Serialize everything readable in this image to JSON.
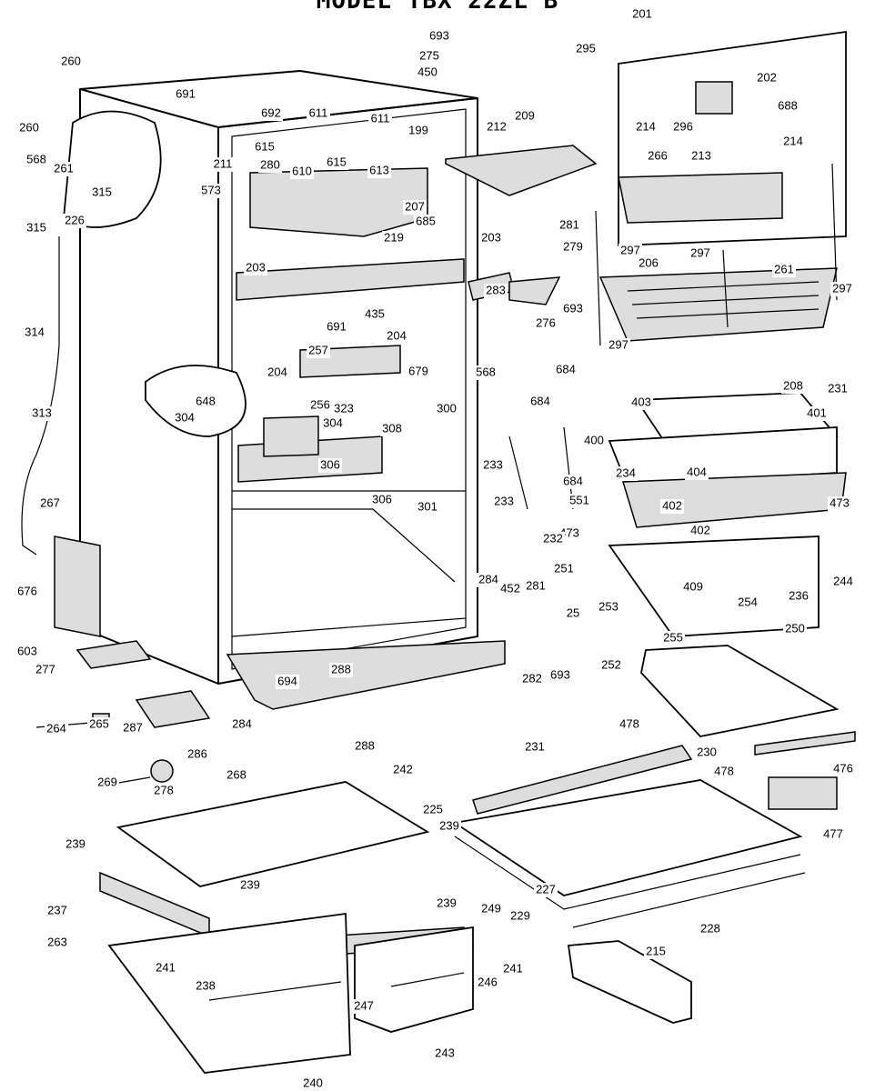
{
  "title": "MODEL TBX 22ZL B",
  "labels": [
    "693",
    "275",
    "450",
    "295",
    "201",
    "202",
    "688",
    "214",
    "296",
    "214",
    "260",
    "691",
    "692",
    "611",
    "611",
    "199",
    "209",
    "212",
    "260",
    "261",
    "568",
    "211",
    "280",
    "615",
    "615",
    "610",
    "613",
    "266",
    "213",
    "315",
    "315",
    "226",
    "573",
    "207",
    "685",
    "219",
    "203",
    "203",
    "281",
    "279",
    "297",
    "297",
    "261",
    "297",
    "206",
    "283",
    "276",
    "693",
    "314",
    "435",
    "691",
    "204",
    "257",
    "204",
    "679",
    "568",
    "297",
    "684",
    "208",
    "231",
    "648",
    "323",
    "256",
    "300",
    "313",
    "304",
    "304",
    "308",
    "403",
    "401",
    "684",
    "400",
    "233",
    "306",
    "306",
    "301",
    "684",
    "404",
    "234",
    "233",
    "551",
    "402",
    "473",
    "402",
    "473",
    "232",
    "267",
    "251",
    "244",
    "236",
    "409",
    "254",
    "676",
    "284",
    "452",
    "281",
    "25",
    "253",
    "255",
    "250",
    "603",
    "277",
    "288",
    "694",
    "282",
    "693",
    "252",
    "478",
    "264",
    "265",
    "287",
    "284",
    "286",
    "268",
    "269",
    "278",
    "288",
    "231",
    "230",
    "478",
    "476",
    "477",
    "242",
    "225",
    "239",
    "239",
    "239",
    "239",
    "227",
    "249",
    "229",
    "228",
    "237",
    "263",
    "241",
    "238",
    "241",
    "246",
    "247",
    "215",
    "243",
    "240"
  ]
}
